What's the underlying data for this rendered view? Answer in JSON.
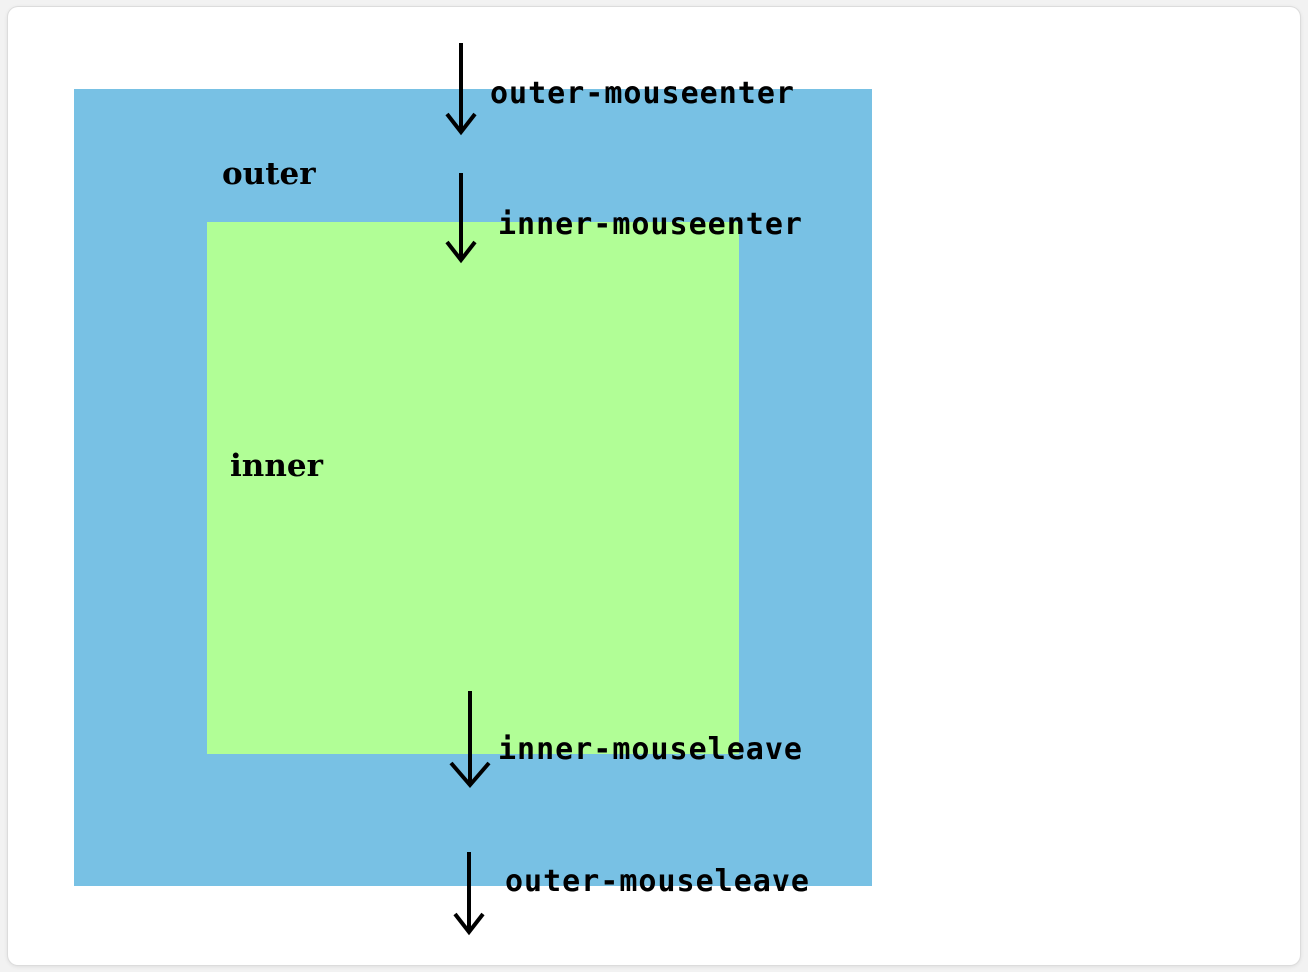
{
  "colors": {
    "outer_fill": "#78c1e4",
    "inner_fill": "#b1fe96",
    "arrow": "#000000"
  },
  "boxes": {
    "outer_label": "outer",
    "inner_label": "inner"
  },
  "events": {
    "outer_mouseenter": "outer-mouseenter",
    "inner_mouseenter": "inner-mouseenter",
    "inner_mouseleave": "inner-mouseleave",
    "outer_mouseleave": "outer-mouseleave"
  },
  "icons": [
    "down-arrow-icon"
  ]
}
